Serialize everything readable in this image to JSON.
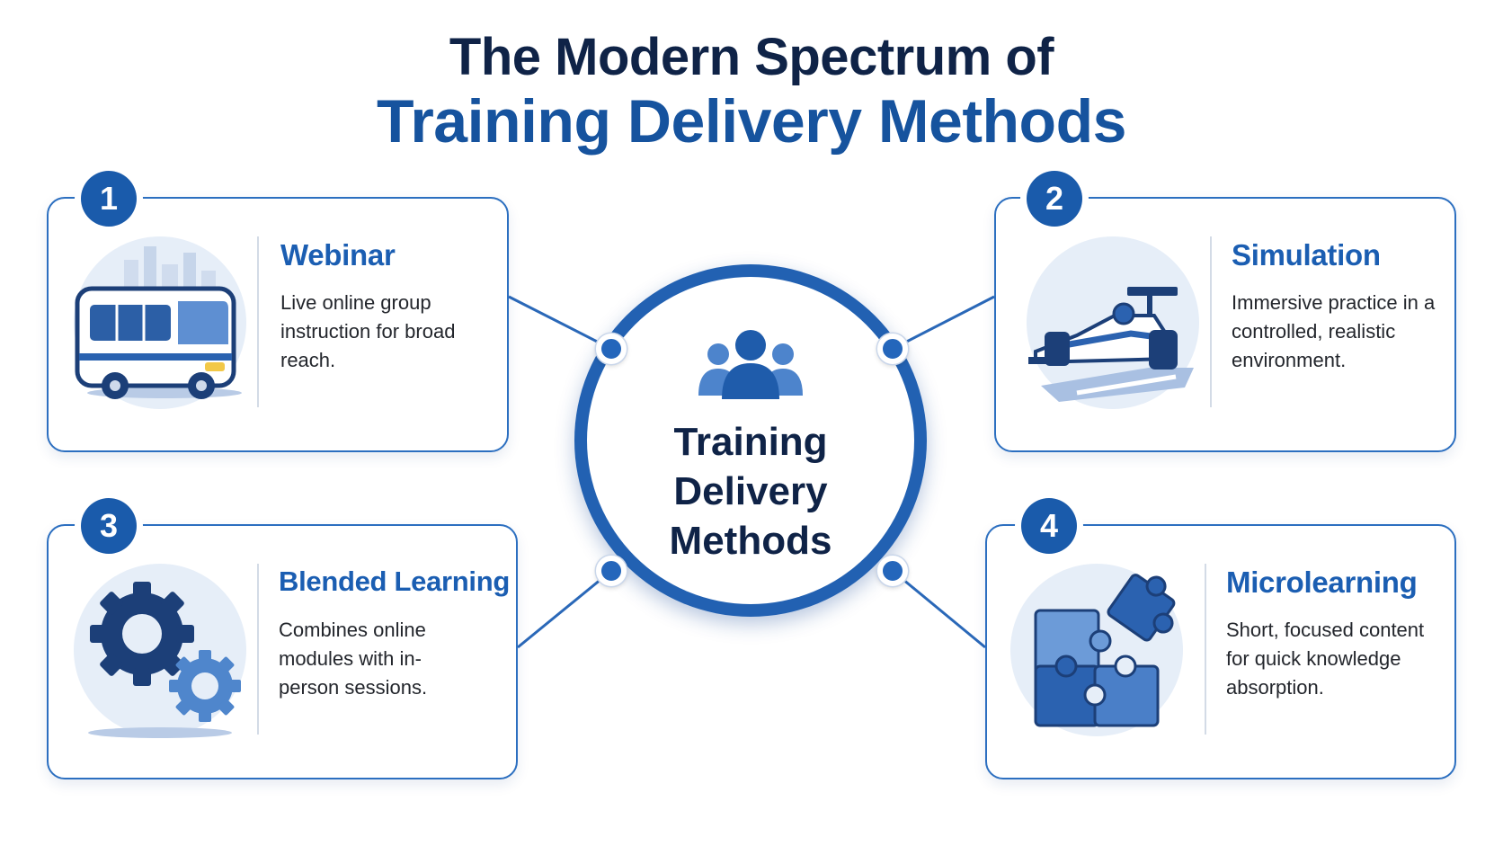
{
  "title": {
    "line1": "The Modern Spectrum of",
    "line2": "Training Delivery Methods"
  },
  "hub": {
    "lines": [
      "Training",
      "Delivery",
      "Methods"
    ],
    "icon": "people-group-icon"
  },
  "methods": [
    {
      "number": "1",
      "title": "Webinar",
      "description": "Live online group instruction for broad reach.",
      "icon": "bus-icon"
    },
    {
      "number": "2",
      "title": "Simulation",
      "description": "Immersive practice in a controlled, realistic environment.",
      "icon": "race-car-icon"
    },
    {
      "number": "3",
      "title": "Blended Learning",
      "description": "Combines online modules with in-person sessions.",
      "icon": "gears-icon"
    },
    {
      "number": "4",
      "title": "Microlearning",
      "description": "Short, focused content for quick knowledge absorption.",
      "icon": "puzzle-pieces-icon"
    }
  ],
  "colors": {
    "navy": "#0f2347",
    "accent_blue": "#1b5eb2",
    "badge_blue": "#1a5bab",
    "border_blue": "#2c6fc0"
  }
}
